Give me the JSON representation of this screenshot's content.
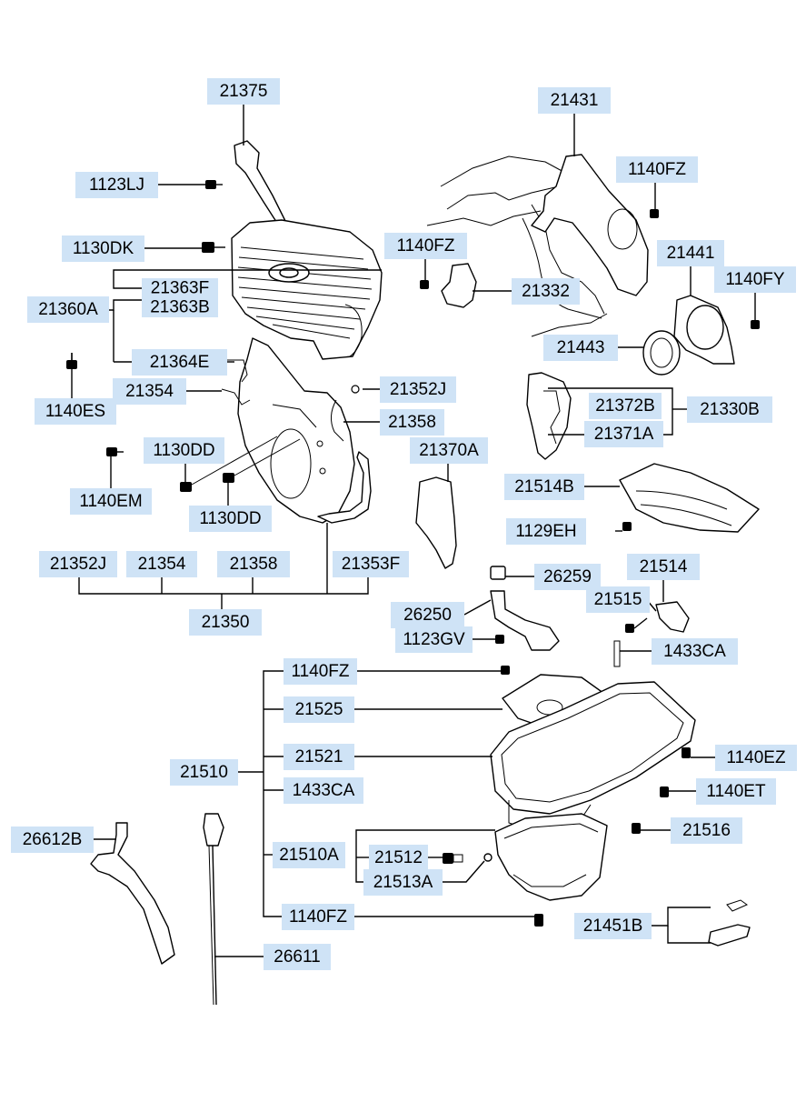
{
  "diagram": {
    "callouts": [
      {
        "id": "c01",
        "label": "21375"
      },
      {
        "id": "c02",
        "label": "1123LJ"
      },
      {
        "id": "c03",
        "label": "1130DK"
      },
      {
        "id": "c04",
        "label": "21363F"
      },
      {
        "id": "c05",
        "label": "21363B"
      },
      {
        "id": "c06",
        "label": "21360A"
      },
      {
        "id": "c07",
        "label": "21364E"
      },
      {
        "id": "c08",
        "label": "1140ES"
      },
      {
        "id": "c09",
        "label": "21354"
      },
      {
        "id": "c10",
        "label": "21352J"
      },
      {
        "id": "c11",
        "label": "21358"
      },
      {
        "id": "c12",
        "label": "1130DD"
      },
      {
        "id": "c13",
        "label": "1140EM"
      },
      {
        "id": "c14",
        "label": "1130DD"
      },
      {
        "id": "c15",
        "label": "21352J"
      },
      {
        "id": "c16",
        "label": "21354"
      },
      {
        "id": "c17",
        "label": "21358"
      },
      {
        "id": "c18",
        "label": "21353F"
      },
      {
        "id": "c19",
        "label": "21350"
      },
      {
        "id": "c20",
        "label": "21431"
      },
      {
        "id": "c21",
        "label": "1140FZ"
      },
      {
        "id": "c22",
        "label": "1140FZ"
      },
      {
        "id": "c23",
        "label": "21332"
      },
      {
        "id": "c24",
        "label": "21441"
      },
      {
        "id": "c25",
        "label": "1140FY"
      },
      {
        "id": "c26",
        "label": "21443"
      },
      {
        "id": "c27",
        "label": "21372B"
      },
      {
        "id": "c28",
        "label": "21330B"
      },
      {
        "id": "c29",
        "label": "21371A"
      },
      {
        "id": "c30",
        "label": "21370A"
      },
      {
        "id": "c31",
        "label": "21514B"
      },
      {
        "id": "c32",
        "label": "1129EH"
      },
      {
        "id": "c33",
        "label": "26259"
      },
      {
        "id": "c34",
        "label": "21514"
      },
      {
        "id": "c35",
        "label": "21515"
      },
      {
        "id": "c36",
        "label": "26250"
      },
      {
        "id": "c37",
        "label": "1123GV"
      },
      {
        "id": "c38",
        "label": "1433CA"
      },
      {
        "id": "c39",
        "label": "1140FZ"
      },
      {
        "id": "c40",
        "label": "21525"
      },
      {
        "id": "c41",
        "label": "21510"
      },
      {
        "id": "c42",
        "label": "21521"
      },
      {
        "id": "c43",
        "label": "1140EZ"
      },
      {
        "id": "c44",
        "label": "1433CA"
      },
      {
        "id": "c45",
        "label": "1140ET"
      },
      {
        "id": "c46",
        "label": "21516"
      },
      {
        "id": "c47",
        "label": "26612B"
      },
      {
        "id": "c48",
        "label": "21510A"
      },
      {
        "id": "c49",
        "label": "21512"
      },
      {
        "id": "c50",
        "label": "21513A"
      },
      {
        "id": "c51",
        "label": "1140FZ"
      },
      {
        "id": "c52",
        "label": "21451B"
      },
      {
        "id": "c53",
        "label": "26611"
      }
    ],
    "colors": {
      "label_fill": "#cfe3f6",
      "line": "#000000",
      "background": "#ffffff"
    }
  }
}
